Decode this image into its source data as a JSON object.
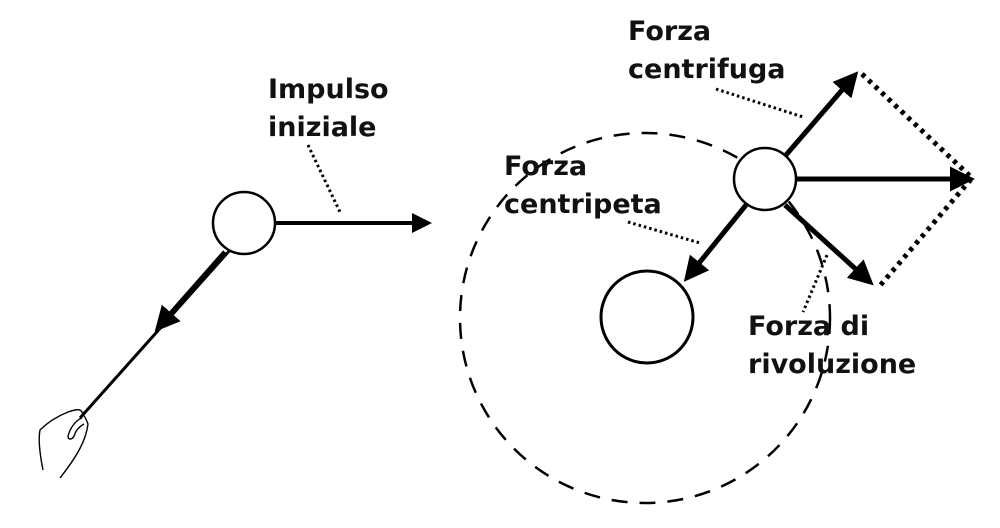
{
  "labels": {
    "initial_impulse": [
      "Impulso",
      "iniziale"
    ],
    "centrifugal": [
      "Forza",
      "centrifuga"
    ],
    "centripetal": [
      "Forza",
      "centripeta"
    ],
    "revolution": [
      "Forza di",
      "rivoluzione"
    ]
  },
  "colors": {
    "ink": "#000000",
    "background": "#ffffff"
  }
}
